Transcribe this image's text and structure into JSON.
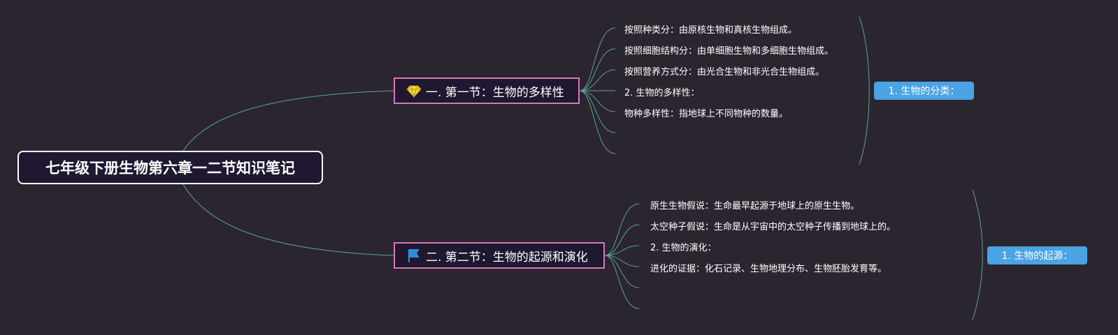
{
  "root": {
    "title": "七年级下册生物第六章一二节知识笔记"
  },
  "sections": [
    {
      "label": "一. 第一节：生物的多样性",
      "icon": "diamond-icon",
      "leaves": [
        "按照种类分：由原核生物和真核生物组成。",
        "按照细胞结构分：由单细胞生物和多细胞生物组成。",
        "按照营养方式分：由光合生物和非光合生物组成。",
        "2. 生物的多样性：",
        "物种多样性：指地球上不同物种的数量。",
        "",
        ""
      ],
      "summary": "1. 生物的分类："
    },
    {
      "label": "二. 第二节：生物的起源和演化",
      "icon": "flag-icon",
      "leaves": [
        "原生生物假说：生命最早起源于地球上的原生生物。",
        "太空种子假说：生命是从宇宙中的太空种子传播到地球上的。",
        "2. 生物的演化：",
        "进化的证据：化石记录、生物地理分布、生物胚胎发育等。",
        "",
        ""
      ],
      "summary": "1. 生物的起源："
    }
  ],
  "colors": {
    "background": "#2b2530",
    "node_fill": "#1f1830",
    "section_border": "#d977b9",
    "connector": "#5aa39b",
    "summary_tag": "#4aa3e3"
  }
}
